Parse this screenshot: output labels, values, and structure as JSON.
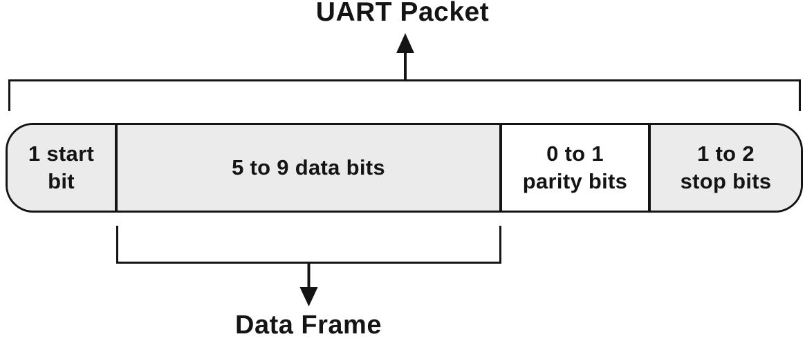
{
  "diagram": {
    "title": "UART Packet",
    "data_frame_label": "Data Frame",
    "segments": [
      {
        "name": "start-bit",
        "lines": [
          "1 start",
          "bit"
        ]
      },
      {
        "name": "data-bits",
        "lines": [
          "5 to 9 data bits"
        ]
      },
      {
        "name": "parity-bits",
        "lines": [
          "0 to 1",
          "parity bits"
        ]
      },
      {
        "name": "stop-bits",
        "lines": [
          "1 to 2",
          "stop bits"
        ]
      }
    ],
    "colors": {
      "segment_fill": "#ebebeb",
      "parity_fill": "#ffffff",
      "line": "#141414",
      "background": "#ffffff"
    }
  }
}
